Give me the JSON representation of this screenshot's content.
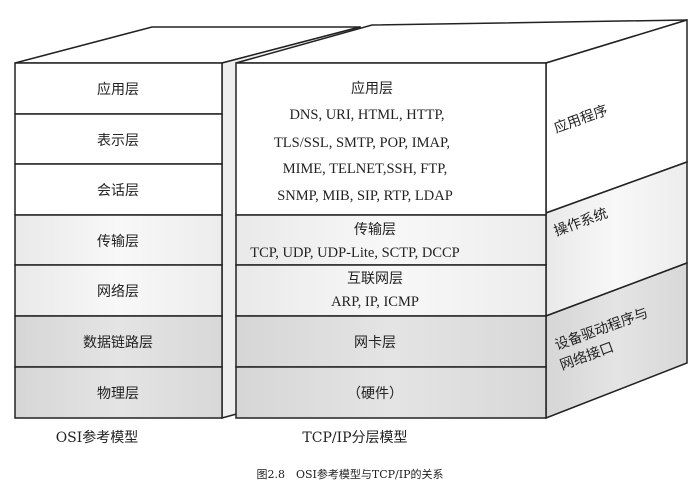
{
  "osi": {
    "title": "OSI参考模型",
    "layers": [
      "应用层",
      "表示层",
      "会话层",
      "传输层",
      "网络层",
      "数据链路层",
      "物理层"
    ]
  },
  "tcpip": {
    "title": "TCP/IP分层模型",
    "application": {
      "name": "应用层",
      "protocols": [
        "DNS, URI, HTML, HTTP,",
        "TLS/SSL, SMTP, POP, IMAP,",
        "MIME, TELNET,SSH, FTP,",
        "SNMP, MIB, SIP, RTP, LDAP"
      ]
    },
    "transport": {
      "name": "传输层",
      "protocols": "TCP, UDP, UDP-Lite, SCTP, DCCP"
    },
    "internet": {
      "name": "互联网层",
      "protocols": "ARP, IP, ICMP"
    },
    "link": {
      "name": "网卡层"
    },
    "hardware": {
      "name": "（硬件）"
    }
  },
  "side": {
    "app": "应用程序",
    "os": "操作系统",
    "driver_line1": "设备驱动程序与",
    "driver_line2": "网络接口"
  },
  "caption": "图2.8　OSI参考模型与TCP/IP的关系"
}
